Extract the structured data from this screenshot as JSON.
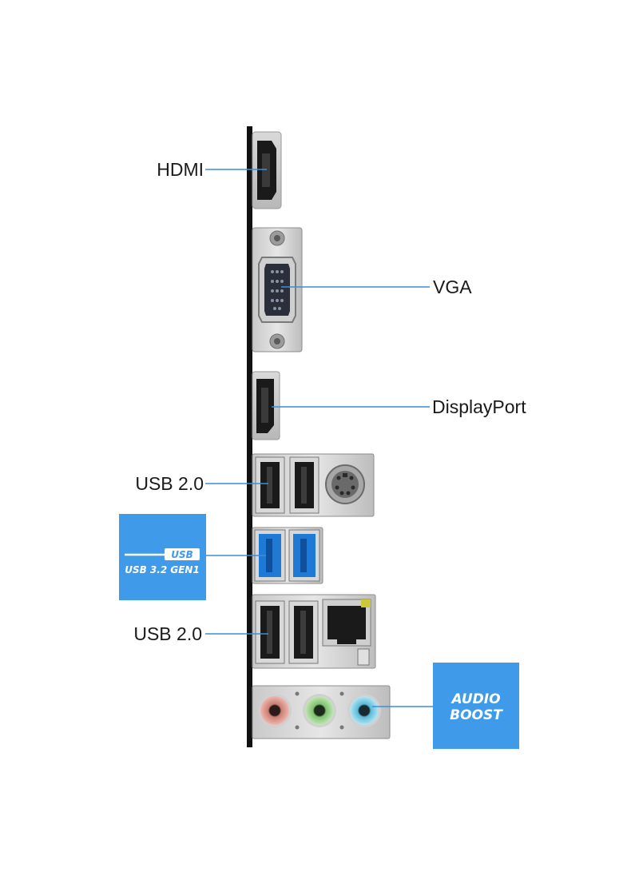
{
  "labels": {
    "hdmi": "HDMI",
    "vga": "VGA",
    "displayport": "DisplayPort",
    "usb2_top": "USB 2.0",
    "usb2_bottom": "USB 2.0"
  },
  "usb_badge": {
    "logo_text": "USB",
    "spec_text": "USB 3.2 GEN1"
  },
  "audio_badge": {
    "line1": "AUDIO",
    "line2": "BOOST"
  },
  "colors": {
    "accent_blue": "#3f9bea",
    "leader_line": "#3a8fd6",
    "panel_edge": "#111111",
    "usb3_blue": "#1f7ad6",
    "audio_pink": "#e8a49a",
    "audio_green": "#a6d79a",
    "audio_blue": "#8fd3ea"
  }
}
